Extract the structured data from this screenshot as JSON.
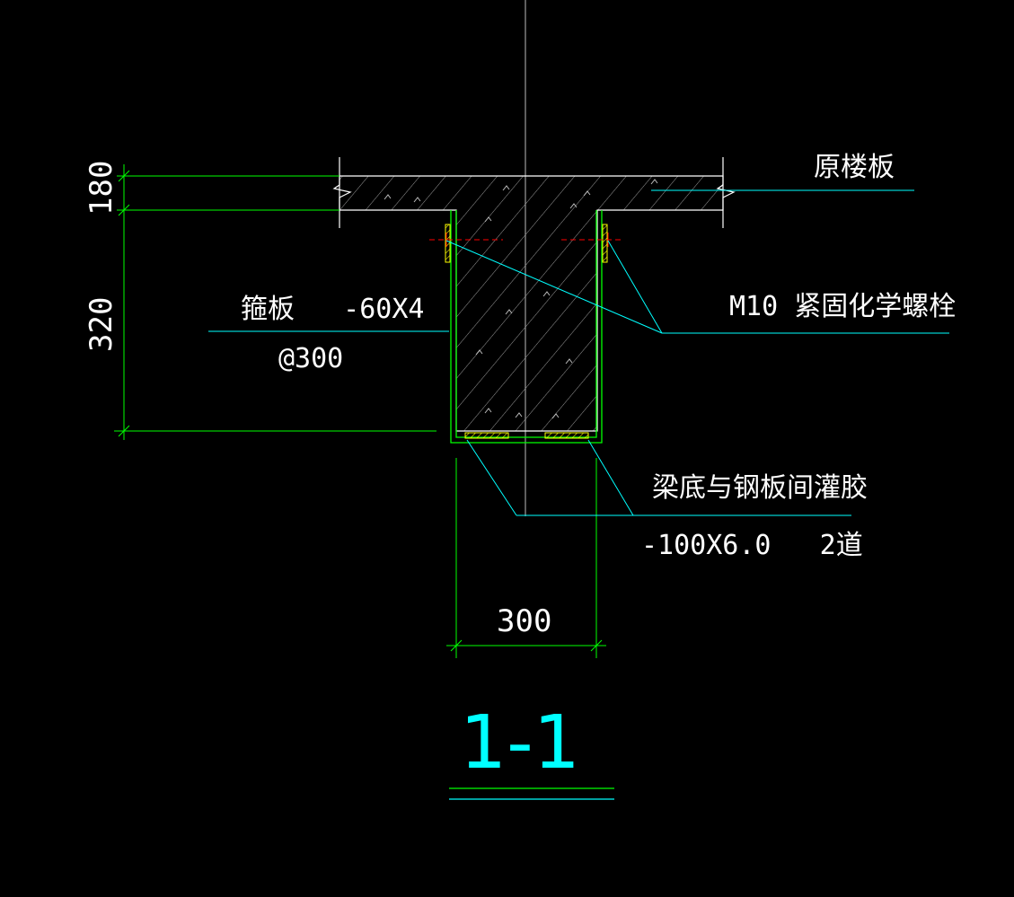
{
  "drawing": {
    "background": "#000000",
    "colors": {
      "dimension": "#00ff00",
      "leader": "#00ffff",
      "concrete": "#ffffff",
      "steel": "#ffff00",
      "bolt": "#ff0000",
      "hatch": "#cfcfcf",
      "text": "#ffffff",
      "title": "#00ffff"
    },
    "labels": {
      "original_slab": "原楼板",
      "bolt": "M10 紧固化学螺栓",
      "hoop_plate": "箍板   -60X4",
      "hoop_spacing": "@300",
      "glue": "梁底与钢板间灌胶",
      "bottom_plate": "-100X6.0   2道"
    },
    "dimensions": {
      "slab_thickness": "180",
      "beam_depth": "320",
      "beam_width": "300"
    },
    "section_title": "1-1"
  }
}
